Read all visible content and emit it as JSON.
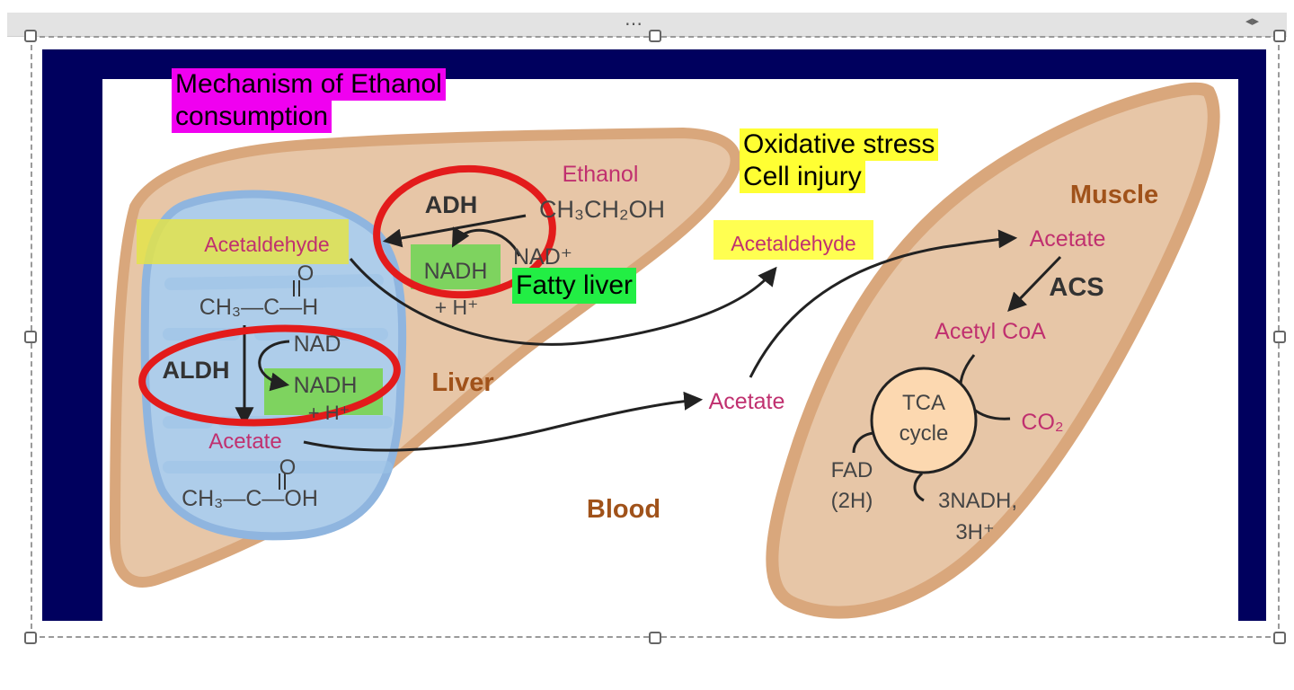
{
  "diagram": {
    "labels": {
      "ethanol": "Ethanol",
      "ethanol_formula": "CH₃CH₂OH",
      "adh": "ADH",
      "nad_plus": "NAD⁺",
      "nadh_top": "NADH",
      "h_plus_top": "+ H⁺",
      "acetaldehyde_liver": "Acetaldehyde",
      "acetaldehyde_formula": "CH₃—C—H",
      "aldehyde_oxygen": "O",
      "aldh": "ALDH",
      "nad": "NAD",
      "nadh_mito": "NADH",
      "h_plus_mito": "+ H⁺",
      "acetate_liver": "Acetate",
      "acetate_formula": "CH₃—C—OH",
      "acid_oxygen": "O",
      "liver": "Liver",
      "blood": "Blood",
      "acetate_blood": "Acetate",
      "acetaldehyde_blood": "Acetaldehyde",
      "muscle": "Muscle",
      "acetate_muscle": "Acetate",
      "acs": "ACS",
      "acetyl_coa": "Acetyl CoA",
      "tca_line1": "TCA",
      "tca_line2": "cycle",
      "co2": "CO₂",
      "fad": "FAD",
      "fad_2h": "(2H)",
      "nadh3": "3NADH,",
      "h3": "3H⁺"
    },
    "annotations": {
      "title_line1": "Mechanism of Ethanol",
      "title_line2": "consumption",
      "oxidative_line1": "Oxidative stress",
      "oxidative_line2": "Cell injury",
      "fatty_liver": "Fatty liver"
    },
    "colors": {
      "navy_border": "#00005e",
      "organ_fill": "#e7c6a7",
      "organ_edge": "#d9a77c",
      "mito_fill": "#aecdea",
      "mito_edge": "#8fb5df",
      "pink_text": "#c0306f",
      "organ_label": "#a0521a",
      "red_circle": "#e31b1b",
      "highlight_magenta": "#f000f0",
      "highlight_yellow": "#ffff33",
      "highlight_green": "#22ee44",
      "tca_fill": "#fcd8b0"
    }
  }
}
